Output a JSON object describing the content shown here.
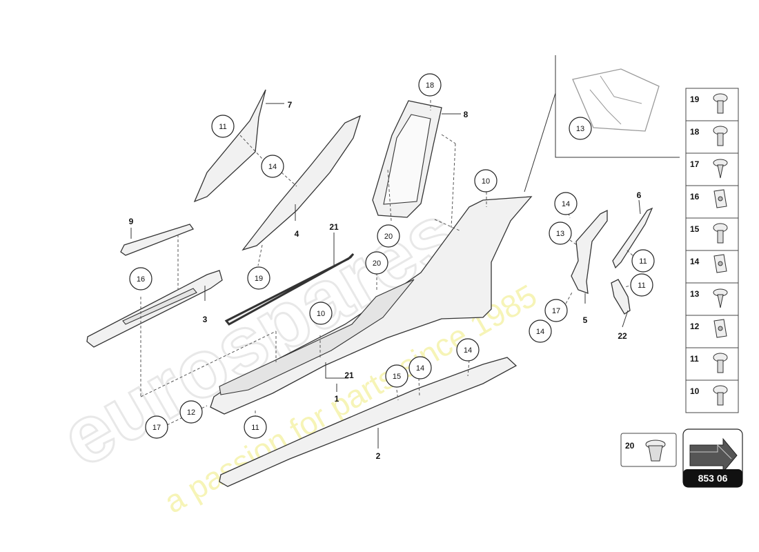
{
  "watermark": {
    "brand": "eurospares",
    "tagline": "a passion for parts since 1985"
  },
  "callouts": [
    "11",
    "14",
    "18",
    "10",
    "20",
    "20",
    "16",
    "19",
    "10",
    "15",
    "14",
    "14",
    "12",
    "17",
    "11",
    "17",
    "14",
    "13",
    "11",
    "11",
    "14",
    "13"
  ],
  "part_labels": [
    "7",
    "8",
    "4",
    "9",
    "21",
    "3",
    "6",
    "5",
    "22",
    "21",
    "1",
    "2"
  ],
  "legend": {
    "items": [
      {
        "number": "19",
        "icon": "bolt-icon"
      },
      {
        "number": "18",
        "icon": "bolt-icon"
      },
      {
        "number": "17",
        "icon": "screw-icon"
      },
      {
        "number": "16",
        "icon": "clip-nut-icon"
      },
      {
        "number": "15",
        "icon": "bolt-icon"
      },
      {
        "number": "14",
        "icon": "clip-nut-icon"
      },
      {
        "number": "13",
        "icon": "screw-icon"
      },
      {
        "number": "12",
        "icon": "clip-nut-icon"
      },
      {
        "number": "11",
        "icon": "bolt-icon"
      },
      {
        "number": "10",
        "icon": "bolt-icon"
      }
    ],
    "extra": {
      "number": "20",
      "icon": "rivet-icon"
    }
  },
  "reference": {
    "code": "853 06",
    "icon": "arrow-icon"
  }
}
